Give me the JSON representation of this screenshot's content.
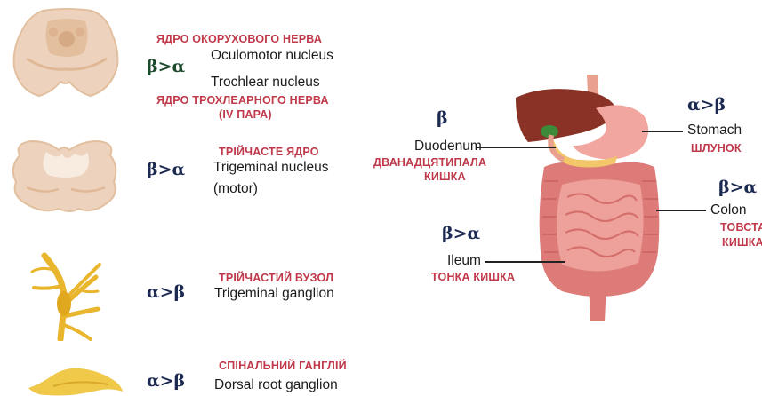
{
  "left_items": [
    {
      "ratio": "β>α",
      "ua_label": "ЯДРО ОКОРУХОВОГО НЕРВА",
      "en_label": "Oculomotor nucleus",
      "icon": "midbrain-section-icon"
    },
    {
      "en_label": "Trochlear nucleus",
      "ua_label_line1": "ЯДРО ТРОХЛЕАРНОГО НЕРВА",
      "ua_label_line2": "(IV пара)"
    },
    {
      "ratio": "β>α",
      "ua_label": "ТРІЙЧАСТЕ ЯДРО",
      "en_label_line1": "Trigeminal nucleus",
      "en_label_line2": "(motor)",
      "icon": "pons-section-icon"
    },
    {
      "ratio": "α>β",
      "ua_label": "ТРІЙЧАСТИЙ ВУЗОЛ",
      "en_label": "Trigeminal ganglion",
      "icon": "trigeminal-ganglion-icon"
    },
    {
      "ratio": "α>β",
      "ua_label": "СПІНАЛЬНИЙ ГАНГЛІЙ",
      "en_label": "Dorsal root ganglion",
      "icon": "dorsal-root-ganglion-icon"
    }
  ],
  "right_items": {
    "duodenum": {
      "ratio": "β",
      "en_label": "Duodenum",
      "ua_line1": "ДВАНАДЦЯТИПАЛА",
      "ua_line2": "КИШКА"
    },
    "stomach": {
      "ratio": "α>β",
      "en_label": "Stomach",
      "ua_label": "ШЛУНОК"
    },
    "colon": {
      "ratio": "β>α",
      "en_label": "Colon",
      "ua_line1": "ТОВСТА",
      "ua_line2": "КИШКА"
    },
    "ileum": {
      "ratio": "β>α",
      "en_label": "Ileum",
      "ua_label": "ТОНКА КИШКА"
    }
  },
  "colors": {
    "ua_text": "#c0394a",
    "ratio_text": "#1c2a52",
    "brain_tissue": "#edd3bd",
    "ganglion": "#e8b52c",
    "intestine": "#e58c8a",
    "liver": "#8a3226"
  },
  "icons": [
    "midbrain-section-icon",
    "pons-section-icon",
    "trigeminal-ganglion-icon",
    "dorsal-root-ganglion-icon",
    "digestive-system-icon"
  ]
}
